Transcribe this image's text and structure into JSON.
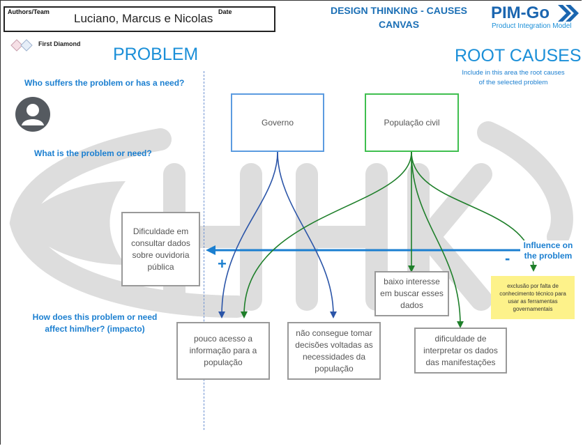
{
  "header": {
    "authors_label": "Authors/Team",
    "authors_value": "Luciano, Marcus e Nicolas",
    "date_label": "Date",
    "canvas_title_line1": "DESIGN THINKING - CAUSES",
    "canvas_title_line2": "CANVAS",
    "logo_text": "PIM-Go",
    "logo_subtitle": "Product Integration Model"
  },
  "legend": {
    "diamond_label": "First Diamond"
  },
  "left": {
    "heading": "PROBLEM",
    "who_question": "Who suffers the problem or has a need?",
    "what_question": "What is the problem or need?",
    "problem_box": "Dificuldade em consultar dados sobre ouvidoria pública",
    "impact_question_line1": "How does this problem or need",
    "impact_question_line2": "affect him/her? (impacto)"
  },
  "right": {
    "heading": "ROOT CAUSES",
    "hint_line1": "Include in this area the root causes",
    "hint_line2": "of the selected problem",
    "influence_line1": "Influence on",
    "influence_line2": "the problem",
    "plus_sign": "+",
    "minus_sign": "-"
  },
  "cause_boxes": {
    "governo": "Governo",
    "populacao": "População civil",
    "baixo_interesse": "baixo interesse em buscar esses dados",
    "dificuldade_interpretar": "dificuldade de interpretar os dados das manifestações",
    "pouco_acesso": "pouco acesso a informação para a população",
    "nao_consegue": "não consegue tomar decisões voltadas as necessidades da população"
  },
  "sticky_note": "exclusão  por falta de conhecimento técnico para usar as ferramentas governamentais",
  "colors": {
    "accent_blue": "#1b7fd0",
    "governo_border": "#5b9be0",
    "populacao_border": "#3fbf4f",
    "blue_arrow": "#2b55a8",
    "green_arrow": "#1e7f2a",
    "sticky": "#fdf28a"
  }
}
